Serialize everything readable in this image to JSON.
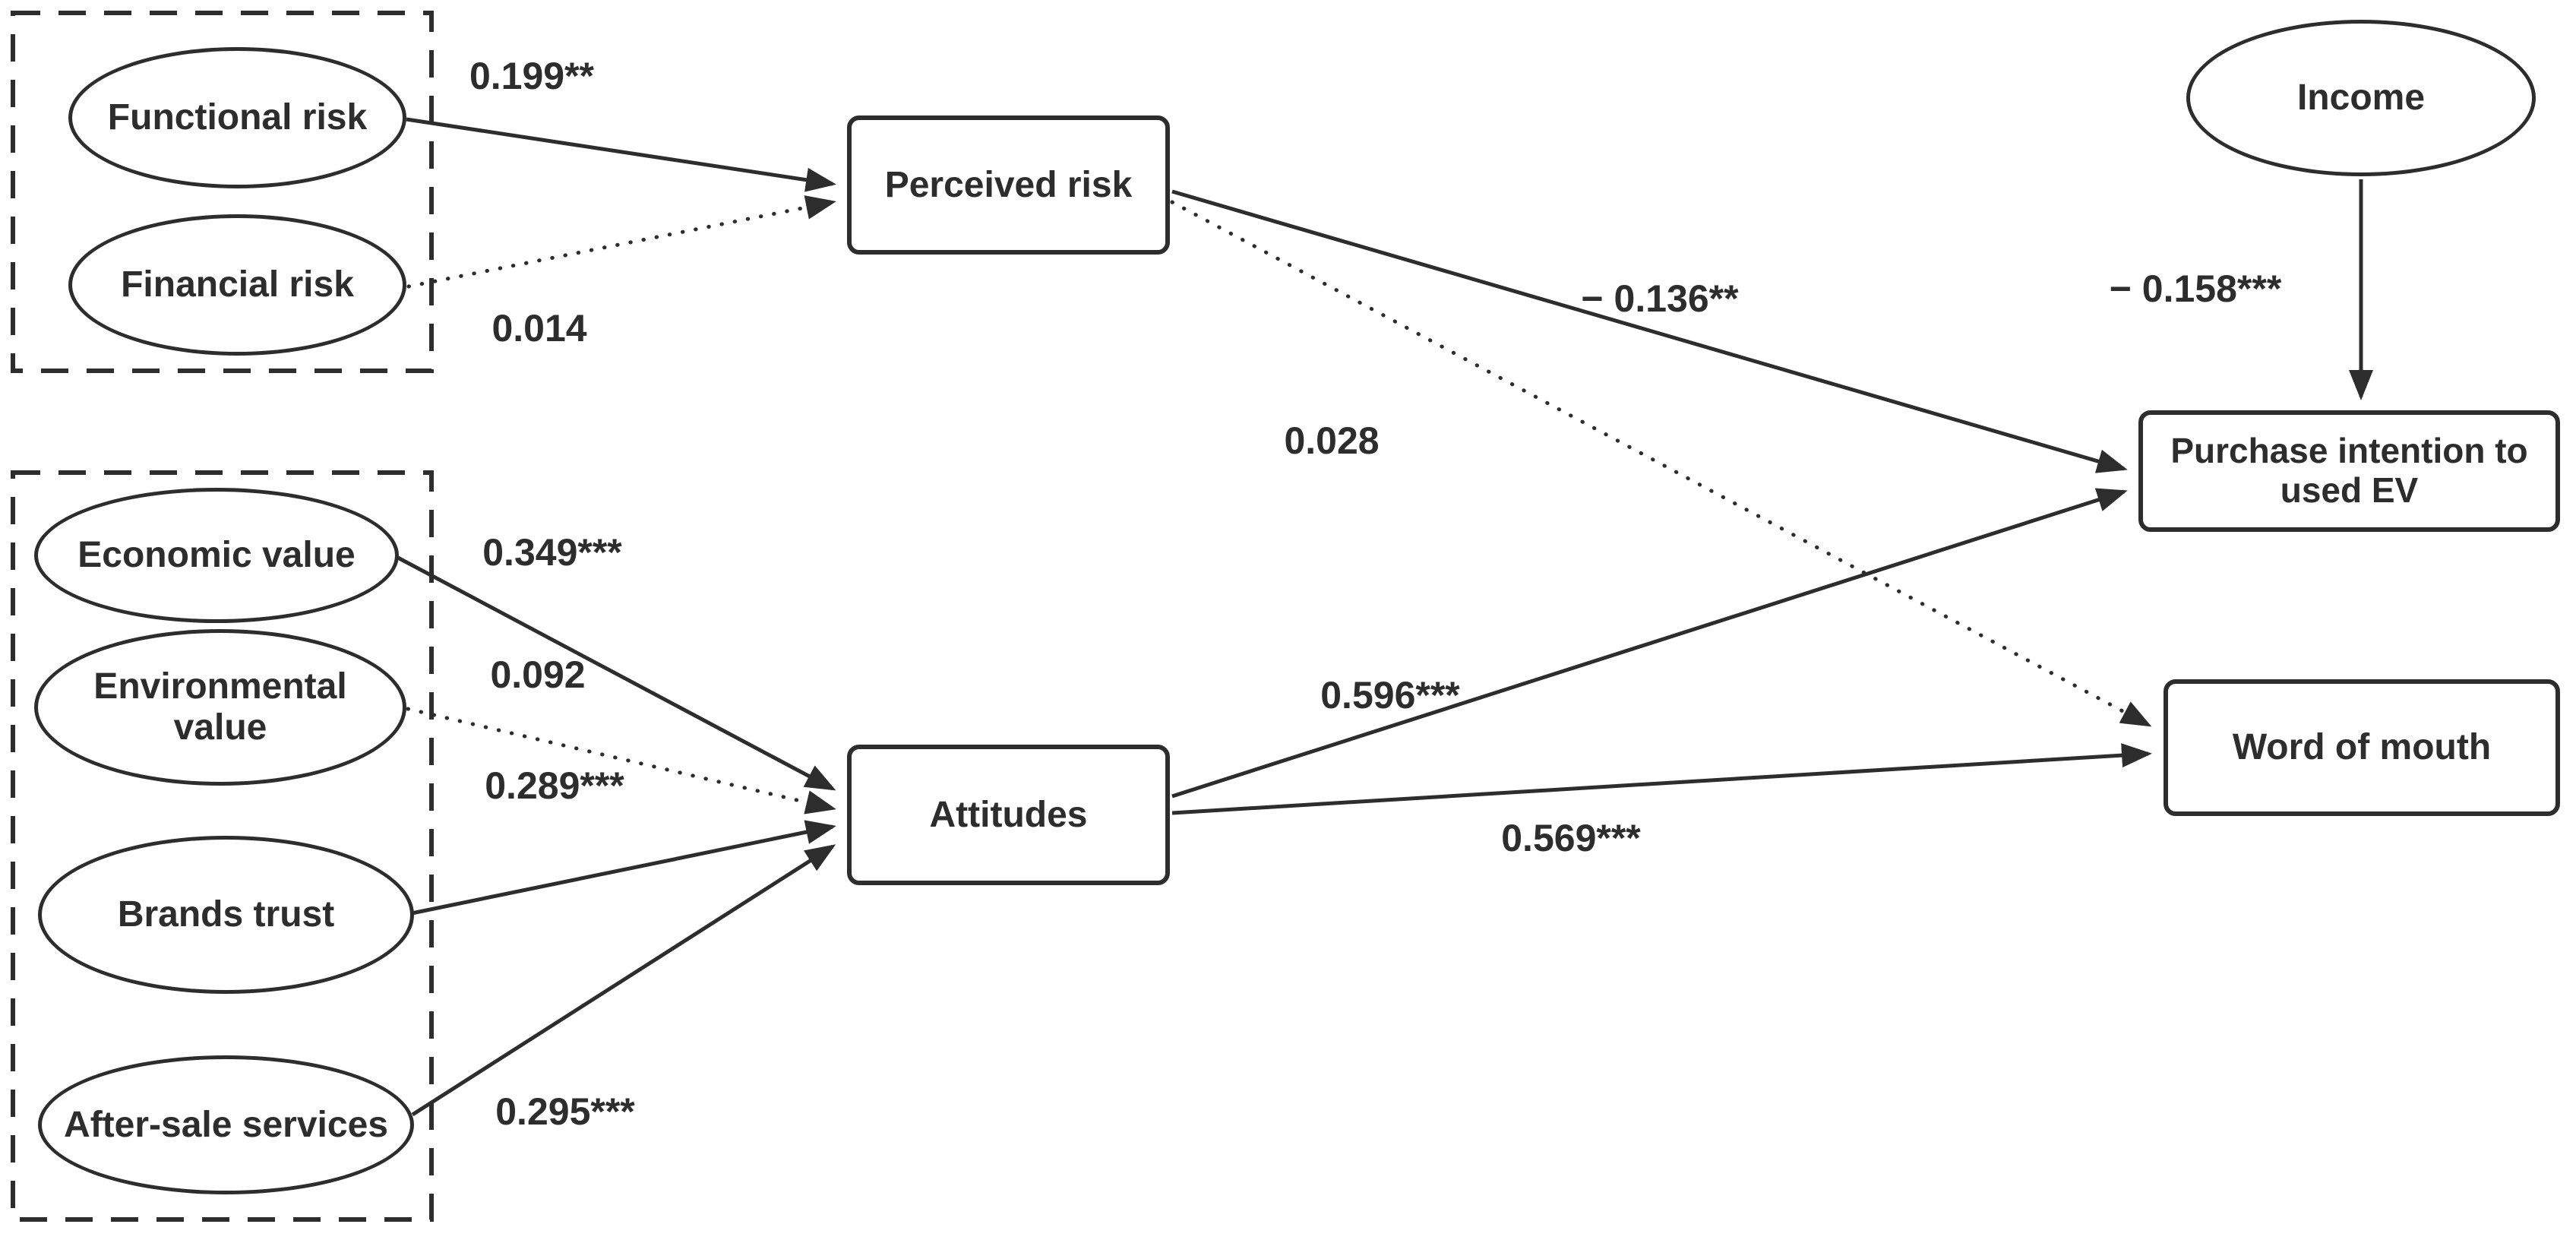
{
  "figure": {
    "nodes": {
      "functional_risk": "Functional risk",
      "financial_risk": "Financial risk",
      "economic_value": "Economic value",
      "environmental_value": "Environmental value",
      "brands_trust": "Brands trust",
      "after_sale_services": "After-sale services",
      "perceived_risk": "Perceived risk",
      "attitudes": "Attitudes",
      "income": "Income",
      "purchase_intention": "Purchase intention to used EV",
      "word_of_mouth": "Word of mouth"
    },
    "edges": [
      {
        "from": "functional_risk",
        "to": "perceived_risk",
        "style": "solid",
        "coefficient": "0.199**"
      },
      {
        "from": "financial_risk",
        "to": "perceived_risk",
        "style": "dotted",
        "coefficient": "0.014"
      },
      {
        "from": "economic_value",
        "to": "attitudes",
        "style": "solid",
        "coefficient": "0.349***"
      },
      {
        "from": "environmental_value",
        "to": "attitudes",
        "style": "dotted",
        "coefficient": "0.092"
      },
      {
        "from": "brands_trust",
        "to": "attitudes",
        "style": "solid",
        "coefficient": "0.289***"
      },
      {
        "from": "after_sale_services",
        "to": "attitudes",
        "style": "solid",
        "coefficient": "0.295***"
      },
      {
        "from": "perceived_risk",
        "to": "purchase_intention",
        "style": "solid",
        "coefficient": "− 0.136**"
      },
      {
        "from": "perceived_risk",
        "to": "word_of_mouth",
        "style": "dotted",
        "coefficient": "0.028"
      },
      {
        "from": "attitudes",
        "to": "purchase_intention",
        "style": "solid",
        "coefficient": "0.596***"
      },
      {
        "from": "attitudes",
        "to": "word_of_mouth",
        "style": "solid",
        "coefficient": "0.569***"
      },
      {
        "from": "income",
        "to": "purchase_intention",
        "style": "solid",
        "coefficient": "− 0.158***"
      }
    ],
    "colors": {
      "stroke": "#2d2d2d",
      "background": "#ffffff",
      "text": "#2d2d2d"
    }
  }
}
